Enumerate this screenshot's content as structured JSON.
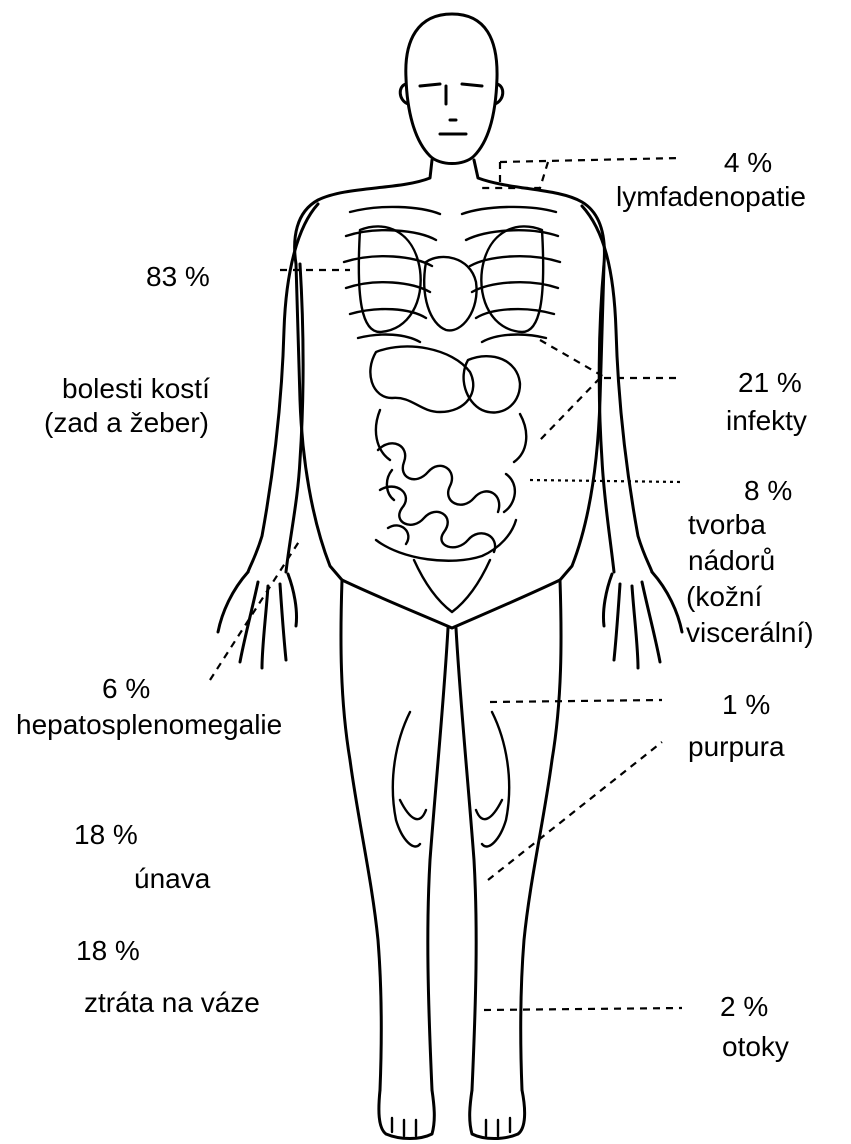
{
  "callouts": {
    "lymfadenopatie": {
      "percent": "4 %",
      "label": "lymfadenopatie"
    },
    "bone_pain": {
      "percent": "83 %",
      "line1": "bolesti kostí",
      "line2": "(zad a žeber)"
    },
    "infections": {
      "percent": "21 %",
      "label": "infekty"
    },
    "tumors": {
      "percent": "8 %",
      "line1": "tvorba",
      "line2": "nádorů",
      "line3": "(kožní",
      "line4": "viscerální)"
    },
    "hepatosplenomegaly": {
      "percent": "6 %",
      "label": "hepatosplenomegalie"
    },
    "purpura": {
      "percent": "1 %",
      "label": "purpura"
    },
    "fatigue": {
      "percent": "18 %",
      "label": "únava"
    },
    "weight_loss": {
      "percent": "18 %",
      "label": "ztráta na váze"
    },
    "edema": {
      "percent": "2 %",
      "label": "otoky"
    }
  },
  "colors": {
    "ink": "#000000",
    "background": "#ffffff"
  }
}
